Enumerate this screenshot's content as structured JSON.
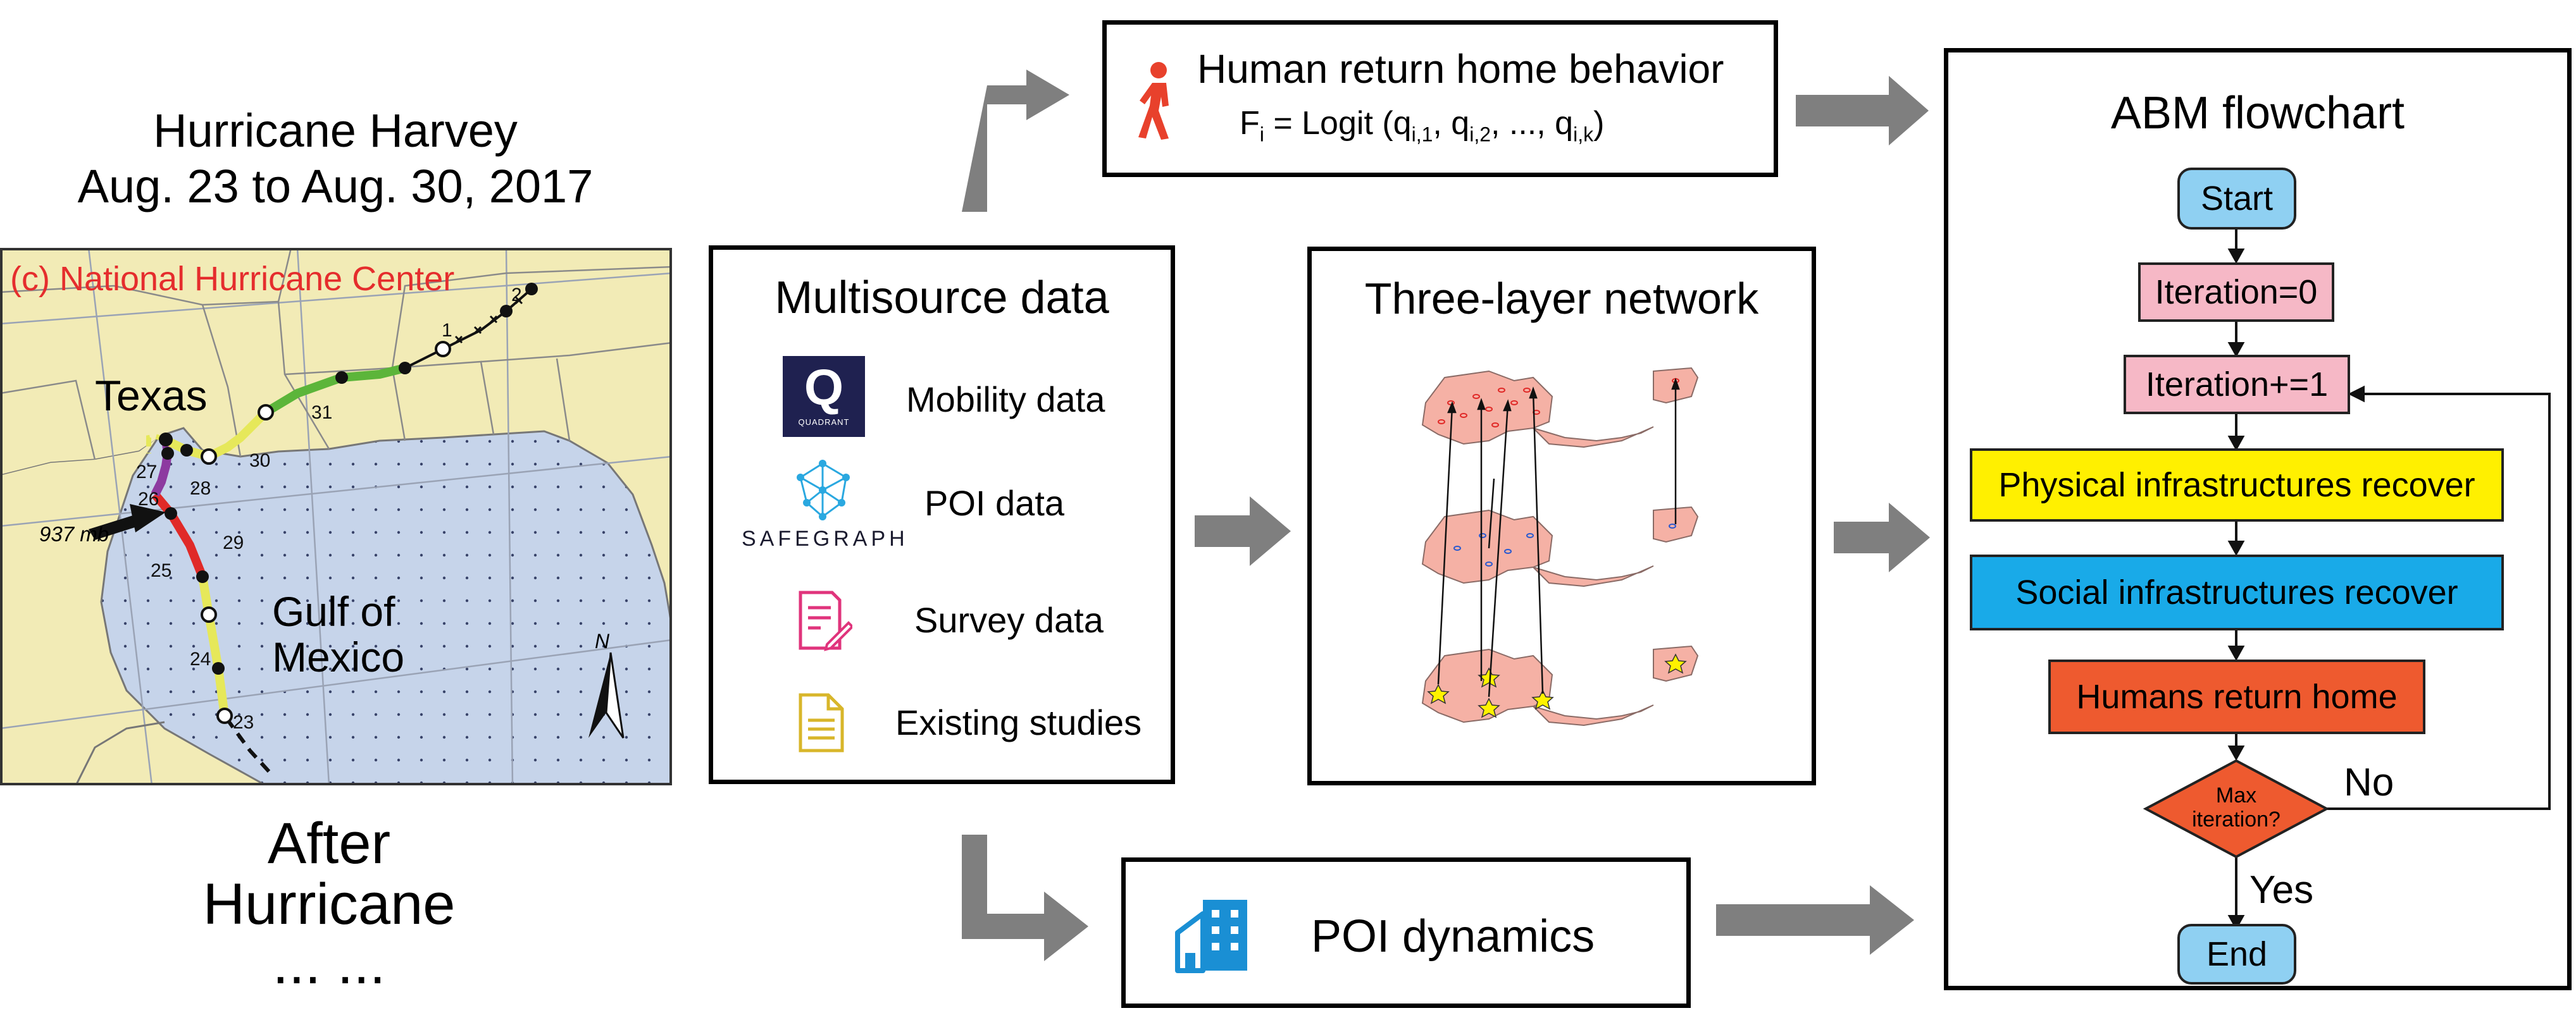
{
  "hurricane": {
    "name": "Hurricane Harvey",
    "dates": "Aug. 23 to Aug. 30, 2017",
    "credit": "(c) National Hurricane Center",
    "label_texas": "Texas",
    "label_gulf_line1": "Gulf of",
    "label_gulf_line2": "Mexico",
    "pressure": "937 mb",
    "north": "N",
    "day_labels": [
      "2",
      "1",
      "31",
      "30",
      "29",
      "28",
      "27",
      "26",
      "25",
      "24",
      "23"
    ]
  },
  "after": {
    "line1": "After",
    "line2": "Hurricane",
    "line3": "... ..."
  },
  "multisource": {
    "title": "Multisource data",
    "items": [
      {
        "label": "Mobility data",
        "icon": "quadrant-logo-icon",
        "logo_letter": "Q",
        "logo_text": "QUADRANT",
        "color": "#1f2150"
      },
      {
        "label": "POI data",
        "icon": "safegraph-logo-icon",
        "logo_text": "SAFEGRAPH",
        "color": "#2aa8e0"
      },
      {
        "label": "Survey data",
        "icon": "survey-document-icon",
        "color": "#e0347c"
      },
      {
        "label": "Existing studies",
        "icon": "document-icon",
        "color": "#d8b62a"
      }
    ]
  },
  "human": {
    "title": "Human return home behavior",
    "formula": {
      "f": "F",
      "f_sub": "i",
      "eq": " = Logit (q",
      "s1": "i,1",
      "m1": ", q",
      "s2": "i,2",
      "m2": ", ..., q",
      "sk": "i,k",
      "end": ")"
    },
    "icon_color": "#e8412c"
  },
  "network": {
    "title": "Three-layer network"
  },
  "poi": {
    "title": "POI dynamics",
    "icon_color": "#1a8fd4"
  },
  "abm": {
    "title": "ABM flowchart",
    "start": "Start",
    "iter0": "Iteration=0",
    "iter_inc": "Iteration+=1",
    "physical": "Physical infrastructures recover",
    "social": "Social infrastructures recover",
    "humans": "Humans return home",
    "decision_line1": "Max",
    "decision_line2": "iteration?",
    "no": "No",
    "yes": "Yes",
    "end": "End",
    "colors": {
      "terminal": "#8fd0f2",
      "iteration": "#f6b8c6",
      "physical": "#fff000",
      "social": "#19aae8",
      "humans": "#ee5a2f",
      "decision": "#ee5a2f"
    }
  },
  "colors": {
    "arrow": "#7f7f7f",
    "land": "#f2ebb6",
    "water": "#c6d4ea",
    "region": "#f5b1a5"
  }
}
